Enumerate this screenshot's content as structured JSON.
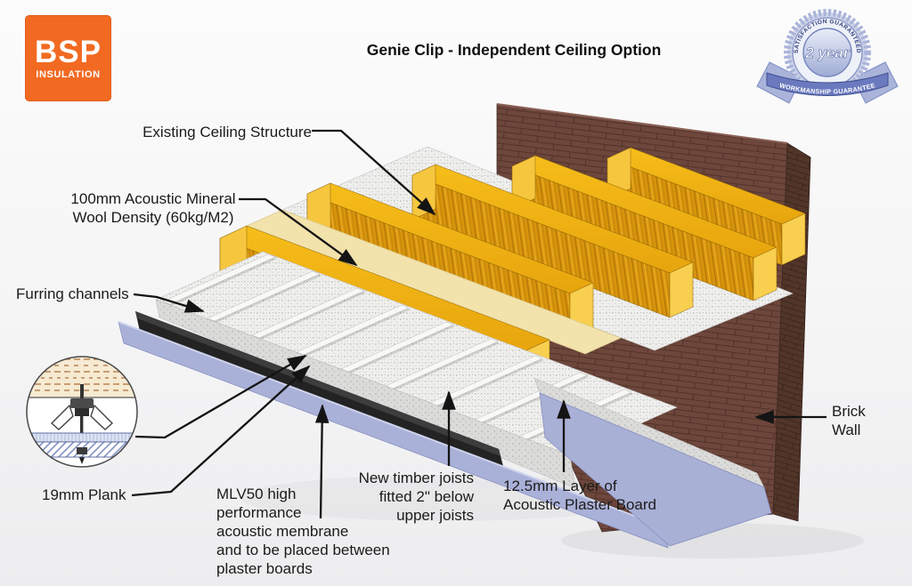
{
  "title": "Genie Clip - Independent Ceiling Option",
  "logo": {
    "name": "BSP",
    "subname": "INSULATION"
  },
  "badge": {
    "arc_text": "• SATISFACTION GUARANTEED •",
    "center_text": "2 year",
    "banner_text": "WORKMANSHIP GUARANTEE"
  },
  "labels": {
    "existing_ceiling": "Existing Ceiling Structure",
    "mineral_wool": "100mm Acoustic Mineral\nWool Density (60kg/M2)",
    "furring_channels": "Furring channels",
    "plank": "19mm Plank",
    "mlv": "MLV50 high\nperformance\nacoustic membrane\nand to be placed between\nplaster boards",
    "new_joists": "New timber joists\nfitted 2\" below\nupper joists",
    "plaster_board": "12.5mm Layer of\nAcoustic Plaster Board",
    "brick_wall": "Brick\nWall"
  },
  "colors": {
    "logo_orange": "#f26a22",
    "joist_yellow": "#d8950c",
    "joist_top": "#f2b615",
    "wool_cream": "#f2e2ab",
    "brick": "#6d463c",
    "membrane_black": "#232323",
    "plasterboard_lavender": "#aab1d8",
    "badge_blue": "#7e8cc4"
  }
}
